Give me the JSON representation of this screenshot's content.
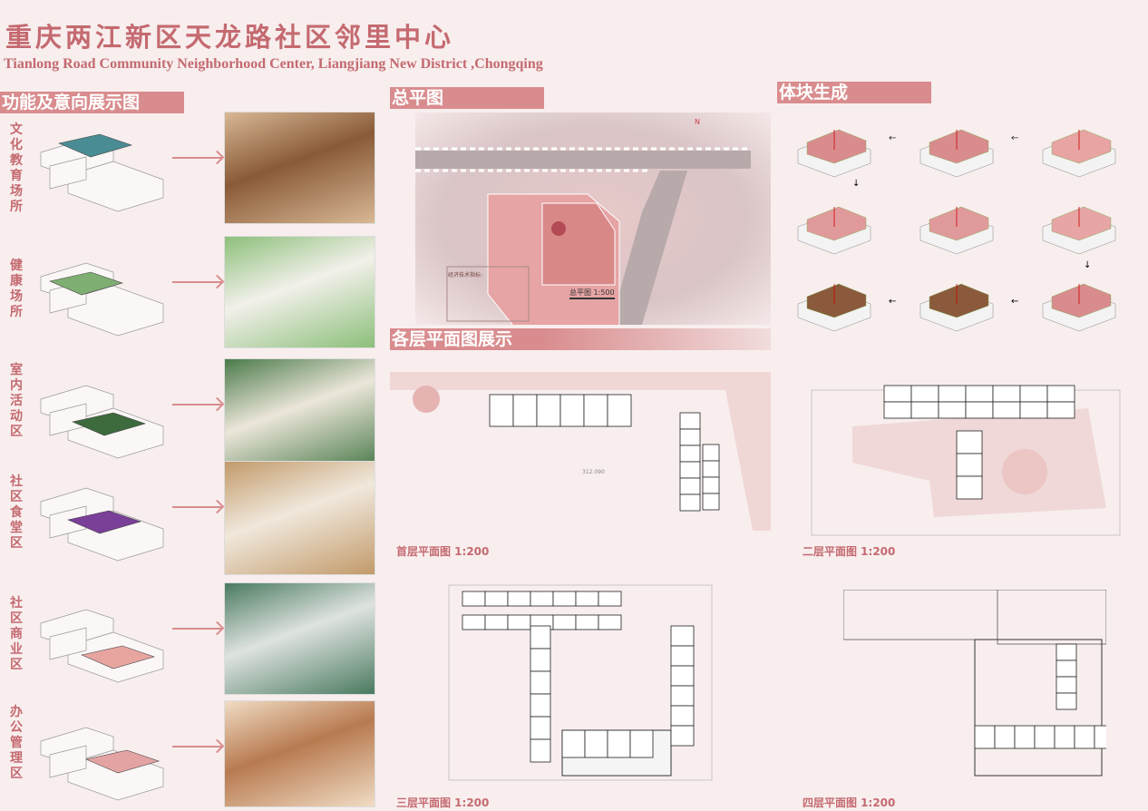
{
  "header": {
    "title": "重庆两江新区天龙路社区邻里中心",
    "subtitle": "Tianlong Road Community Neighborhood Center, Liangjiang New District ,Chongqing"
  },
  "sections": {
    "function": "功能及意向展示图",
    "site": "总平图",
    "floors": "各层平面图展示",
    "massing": "体块生成"
  },
  "functions": [
    {
      "label": "文化教育场所",
      "color": "#4a8c94"
    },
    {
      "label": "健康场所",
      "color": "#7fae72"
    },
    {
      "label": "室内活动区",
      "color": "#3d6b3e"
    },
    {
      "label": "社区食堂区",
      "color": "#7a3f98"
    },
    {
      "label": "社区商业区",
      "color": "#e8a5a0"
    },
    {
      "label": "办公管理区",
      "color": "#e3a3a3"
    }
  ],
  "site_plan": {
    "scale_label": "总平图 1:500",
    "north": "N",
    "tech_title": "经济技术指标:"
  },
  "plans": [
    {
      "label": "首层平面图 1:200",
      "dimension": "312.090"
    },
    {
      "label": "二层平面图 1:200"
    },
    {
      "label": "三层平面图 1:200"
    },
    {
      "label": "四层平面图 1:200"
    }
  ],
  "colors": {
    "accent": "#c46a70",
    "header_bg": "#d98c8e",
    "background": "#f8eeee"
  }
}
